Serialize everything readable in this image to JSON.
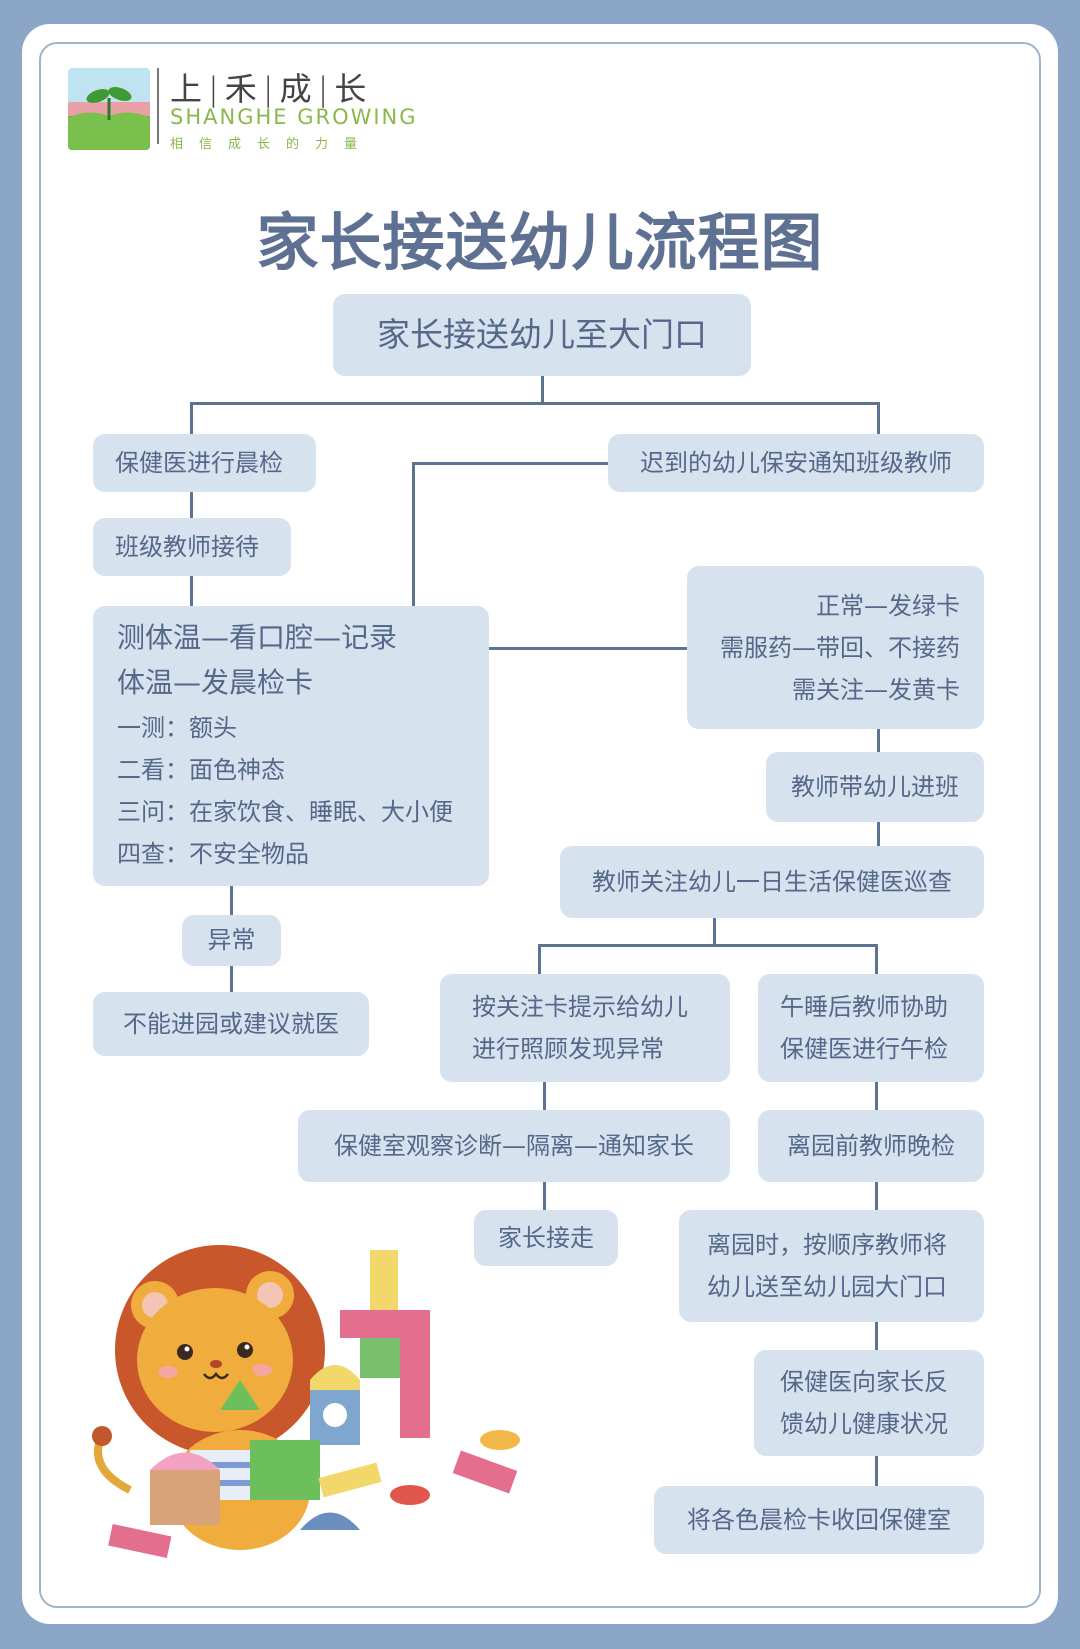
{
  "logo": {
    "name_cn": "上|禾|成|长",
    "name_en": "SHANGHE GROWING",
    "tagline": "相信成长的力量"
  },
  "title": "家长接送幼儿流程图",
  "colors": {
    "background": "#8ba6c6",
    "box_fill": "#d7e2ef",
    "text": "#55688a",
    "title": "#5e7192",
    "connector": "#5d7394",
    "logo_green": "#8ab84a"
  },
  "nodes": {
    "start": "家长接送幼儿至大门口",
    "morning_check": "保健医进行晨检",
    "teacher_receive": "班级教师接待",
    "late_notice": "迟到的幼儿保安通知班级教师",
    "check_steps": [
      "测体温—看口腔—记录",
      "体温—发晨检卡",
      "一测：额头",
      "二看：面色神态",
      "三问：在家饮食、睡眠、大小便",
      "四查：不安全物品"
    ],
    "card_results": [
      "正常—发绿卡",
      "需服药—带回、不接药",
      "需关注—发黄卡"
    ],
    "abnormal": "异常",
    "no_entry": "不能进园或建议就医",
    "teacher_bring": "教师带幼儿进班",
    "daily_care": "教师关注幼儿一日生活保健医巡查",
    "care_by_card": [
      "按关注卡提示给幼儿",
      "进行照顾发现异常"
    ],
    "nap_check": [
      "午睡后教师协助",
      "保健医进行午检"
    ],
    "isolation": "保健室观察诊断—隔离—通知家长",
    "evening_check": "离园前教师晚检",
    "parent_pickup": "家长接走",
    "leave": [
      "离园时，按顺序教师将",
      "幼儿送至幼儿园大门口"
    ],
    "feedback": [
      "保健医向家长反",
      "馈幼儿健康状况"
    ],
    "collect_cards": "将各色晨检卡收回保健室"
  }
}
